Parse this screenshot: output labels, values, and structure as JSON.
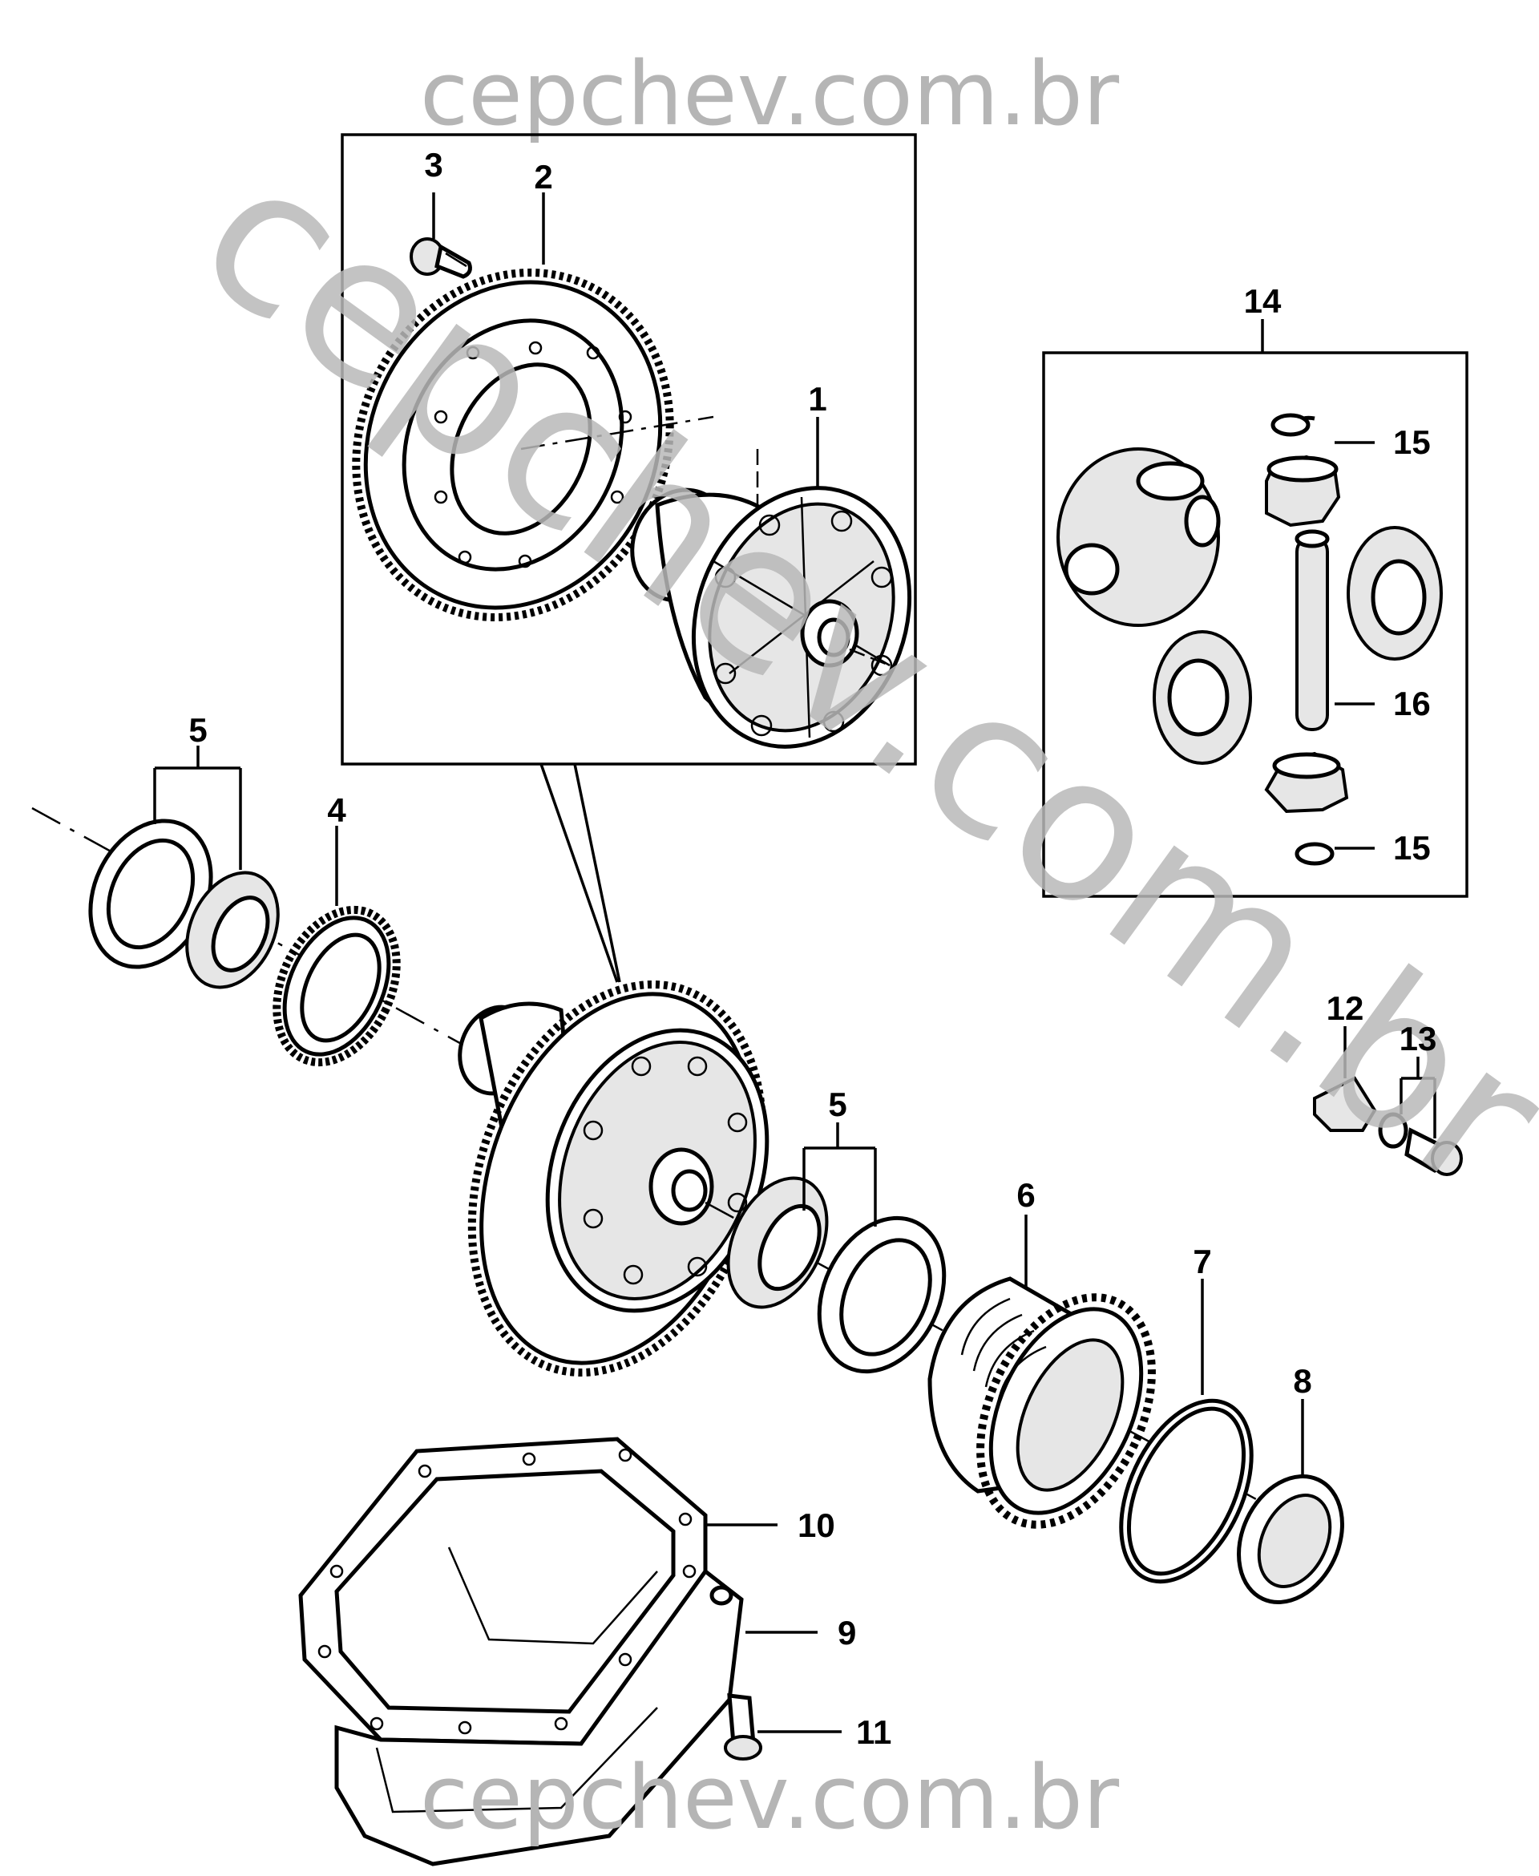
{
  "watermark": {
    "top": "cepchev.com.br",
    "diagonal": "cepchev.com.br",
    "bottom": "cepchev.com.br"
  },
  "callouts": {
    "c1": "1",
    "c2": "2",
    "c3": "3",
    "c4": "4",
    "c5a": "5",
    "c5b": "5",
    "c6": "6",
    "c7": "7",
    "c8": "8",
    "c9": "9",
    "c10": "10",
    "c11": "11",
    "c12": "12",
    "c13": "13",
    "c14": "14",
    "c15a": "15",
    "c15b": "15",
    "c16": "16"
  },
  "colors": {
    "ink": "#000000",
    "watermark": "#b5b5b5",
    "background": "#ffffff"
  }
}
